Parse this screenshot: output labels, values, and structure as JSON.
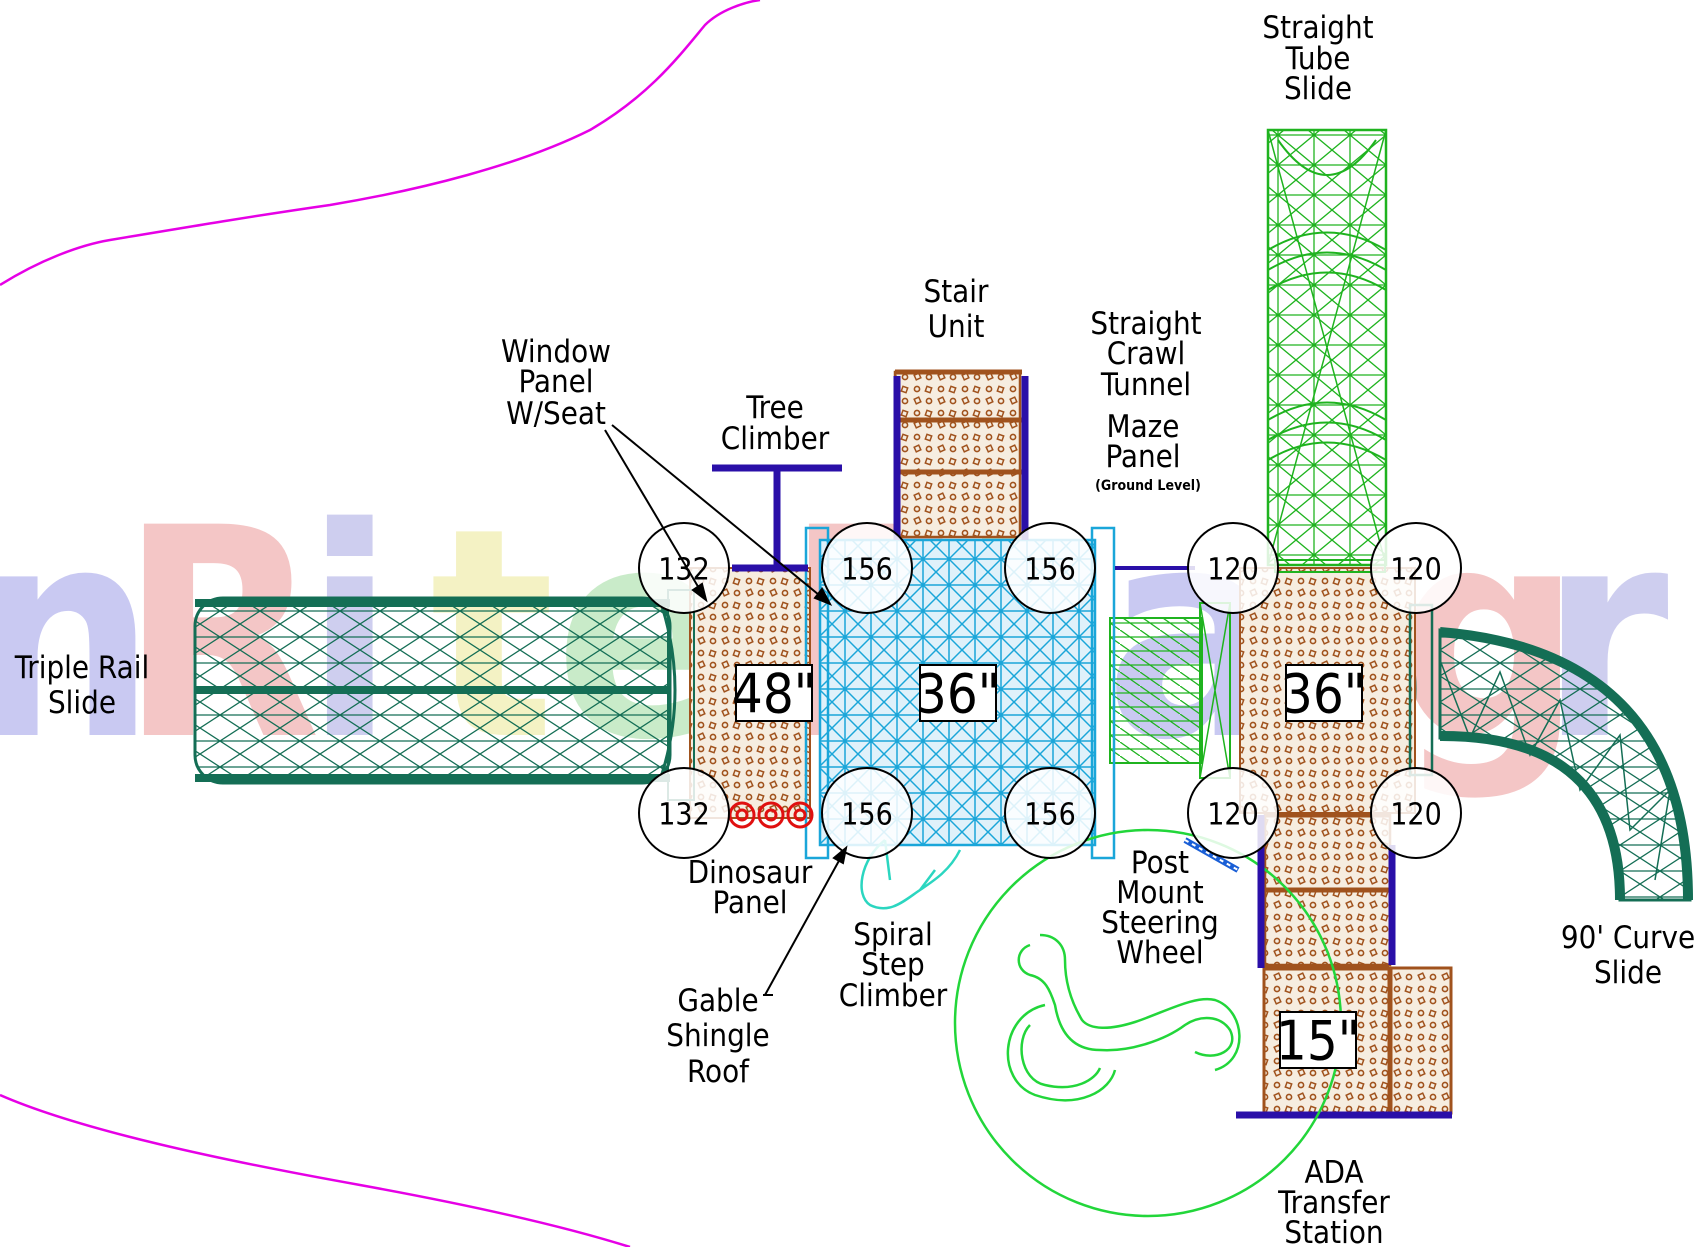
{
  "labels": {
    "straight_tube_slide": [
      "Straight",
      "Tube",
      "Slide"
    ],
    "stair_unit": [
      "Stair",
      "Unit"
    ],
    "straight_crawl_tunnel": [
      "Straight",
      "Crawl",
      "Tunnel"
    ],
    "maze_panel": [
      "Maze",
      "Panel"
    ],
    "maze_panel_note": "(Ground Level)",
    "window_panel": [
      "Window",
      "Panel",
      "W/Seat"
    ],
    "tree_climber": [
      "Tree",
      "Climber"
    ],
    "triple_rail_slide": [
      "Triple Rail",
      "Slide"
    ],
    "dinosaur_panel": [
      "Dinosaur",
      "Panel"
    ],
    "spiral_step_climber": [
      "Spiral",
      "Step",
      "Climber"
    ],
    "gable_shingle_roof": [
      "Gable",
      "Shingle",
      "Roof"
    ],
    "post_mount_steering_wheel": [
      "Post",
      "Mount",
      "Steering",
      "Wheel"
    ],
    "curve_slide": [
      "90' Curve",
      "Slide"
    ],
    "ada_transfer_station": [
      "ADA",
      "Transfer",
      "Station"
    ]
  },
  "posts": {
    "p1": "132",
    "p2": "156",
    "p3": "156",
    "p4": "120",
    "p5": "120",
    "p6": "132",
    "p7": "156",
    "p8": "156",
    "p9": "120",
    "p10": "120"
  },
  "decks": {
    "deck_left": "48\"",
    "deck_center": "36\"",
    "deck_right": "36\"",
    "deck_transfer": "15\""
  },
  "colors": {
    "boundary": "#e600e6",
    "slide_dark": "#146e55",
    "slide_light": "#1fb31f",
    "mesh_blue": "#1aa6d9",
    "deck_brown": "#a0521d",
    "deck_fill": "#f3e7d5",
    "barrier_navy": "#2a0fa8",
    "dino_red": "#e01010",
    "wheel_green": "#22d63a",
    "watermark_colors": [
      "#5b5bd9",
      "#e05050",
      "#6a6ad0",
      "#e0d84a",
      "#59c459",
      "#5b5bd9",
      "#e05050",
      "#59c459",
      "#5b5bd9"
    ]
  },
  "watermark_text": "nRite Playgr"
}
